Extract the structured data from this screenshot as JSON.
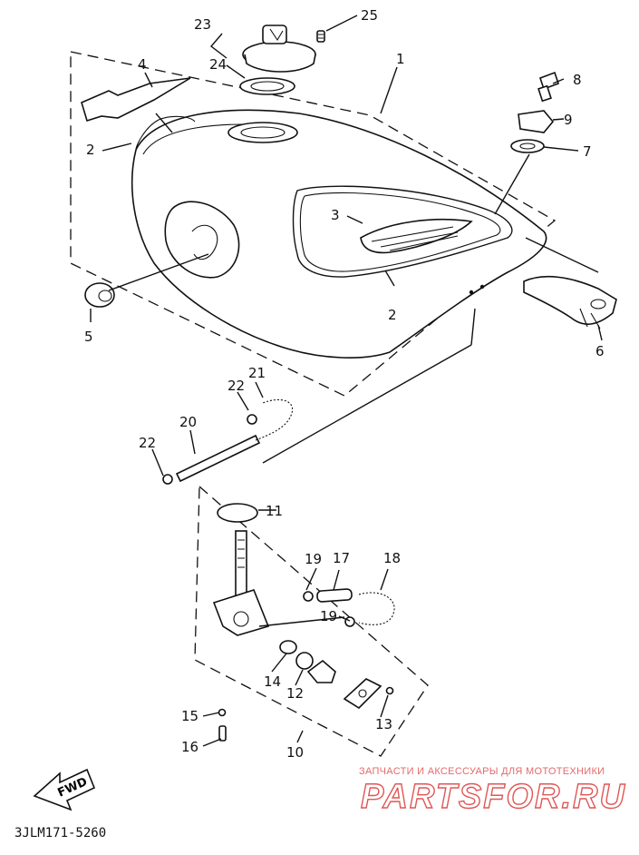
{
  "diagram": {
    "callouts": {
      "c1": "1",
      "c2a": "2",
      "c2b": "2",
      "c3": "3",
      "c4": "4",
      "c5": "5",
      "c6": "6",
      "c7": "7",
      "c8": "8",
      "c9": "9",
      "c10": "10",
      "c11": "11",
      "c12": "12",
      "c13": "13",
      "c14": "14",
      "c15": "15",
      "c16": "16",
      "c17": "17",
      "c18": "18",
      "c19a": "19",
      "c19b": "19",
      "c20": "20",
      "c21": "21",
      "c22a": "22",
      "c22b": "22",
      "c23": "23",
      "c24": "24",
      "c25": "25"
    },
    "fwd_label": "FWD",
    "drawing_code": "3JLM171-5260"
  },
  "watermark": {
    "tagline": "ЗАПЧАСТИ И АКСЕССУАРЫ ДЛЯ МОТОТЕХНИКИ",
    "logo_text": "PARTSFOR.RU",
    "color": "#e05656"
  }
}
